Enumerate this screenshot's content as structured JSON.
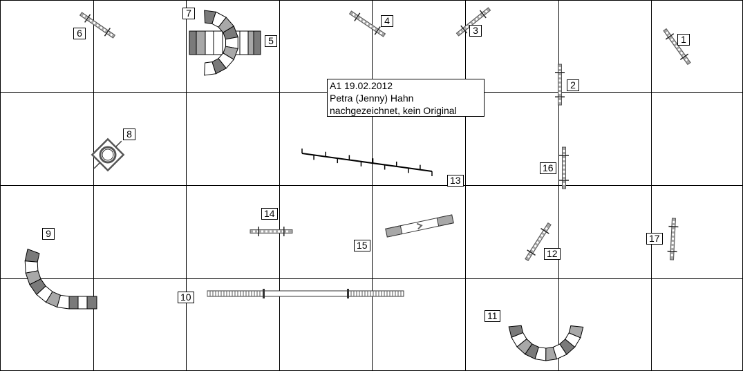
{
  "info": {
    "line1": "A1 19.02.2012",
    "line2": "Petra (Jenny) Hahn",
    "line3": "nachgezeichnet, kein Original"
  },
  "obstacle_numbers": {
    "n1": "1",
    "n2": "2",
    "n3": "3",
    "n4": "4",
    "n5": "5",
    "n6": "6",
    "n7": "7",
    "n8": "8",
    "n9": "9",
    "n10": "10",
    "n11": "11",
    "n12": "12",
    "n13": "13",
    "n14": "14",
    "n15": "15",
    "n16": "16",
    "n17": "17"
  },
  "colors": {
    "grid": "#000000",
    "dark": "#7a7a7a",
    "mid": "#a8a8a8",
    "light": "#ffffff"
  }
}
